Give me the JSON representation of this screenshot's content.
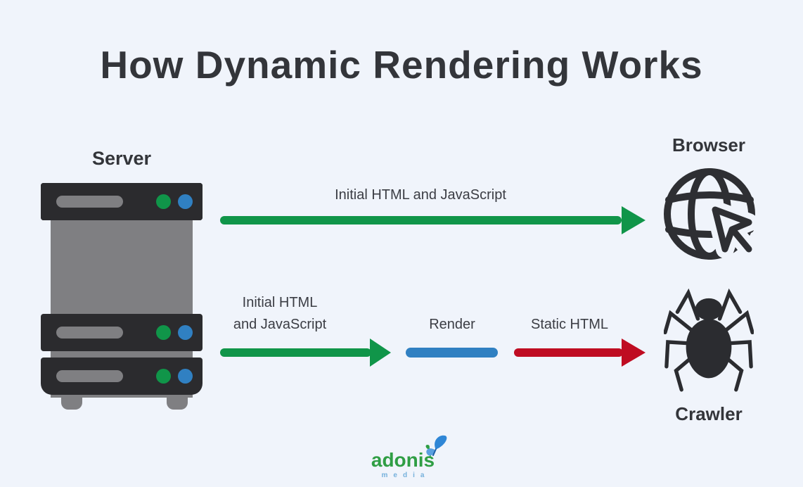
{
  "title": "How Dynamic Rendering Works",
  "nodes": {
    "server": {
      "label": "Server",
      "icon": "server-rack-icon",
      "units": 5
    },
    "browser": {
      "label": "Browser",
      "icon": "globe-cursor-icon"
    },
    "crawler": {
      "label": "Crawler",
      "icon": "spider-icon"
    }
  },
  "flows": {
    "server_to_browser": {
      "label": "Initial HTML and JavaScript",
      "style": "arrow",
      "color": "#109549"
    },
    "server_to_render": {
      "label_line1": "Initial HTML",
      "label_line2": "and JavaScript",
      "style": "arrow",
      "color": "#109549"
    },
    "render_step": {
      "label": "Render",
      "style": "segment",
      "color": "#3080c2"
    },
    "render_to_crawler": {
      "label": "Static HTML",
      "style": "arrow",
      "color": "#bf0c22"
    }
  },
  "footer_logo": {
    "brand": "adonis",
    "tagline": "media",
    "icon": "butterfly-icon"
  },
  "colors": {
    "background": "#f0f4fb",
    "ink": "#33353a",
    "green": "#109549",
    "blue": "#3080c2",
    "red": "#bf0c22",
    "gray": "#7f7f82",
    "slab": "#2b2b2e",
    "logo_green": "#2f9e44",
    "logo_blue": "#76b1dc",
    "butterfly_blue": "#2f86d6"
  }
}
